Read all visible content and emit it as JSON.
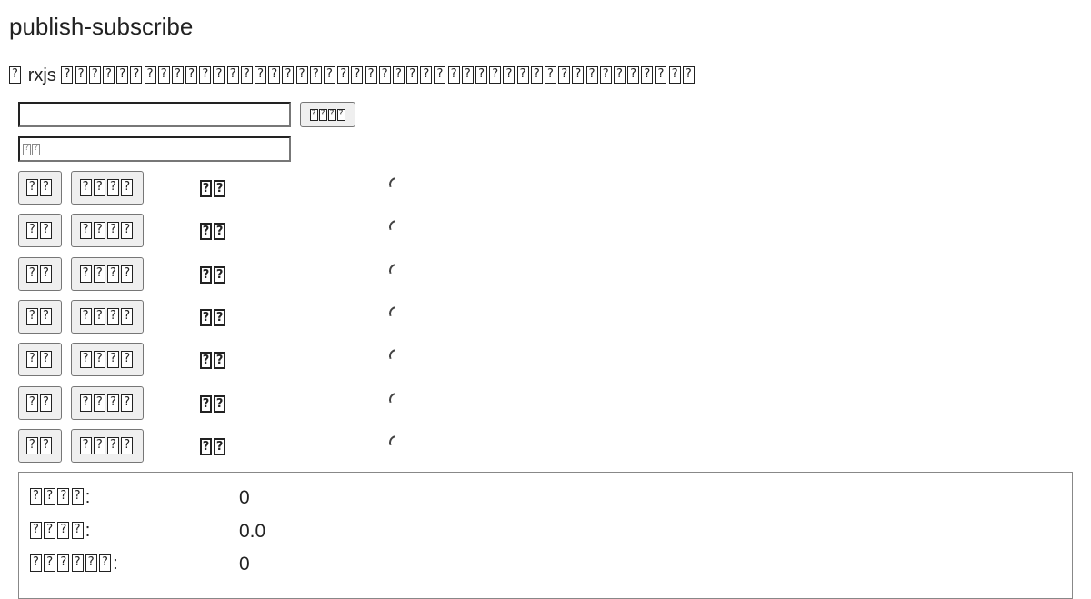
{
  "page": {
    "title": "publish-subscribe",
    "description": {
      "prefix_glyph": "□",
      "keyword": "rxjs",
      "text": "□□□□□□□□□□□□□□□□□□□□□□□□□□□□□□□□□□□□□□□□□□□□□□"
    }
  },
  "publish": {
    "message_input_value": "",
    "name_input_placeholder": "□□",
    "publish_button_label": "□□□□"
  },
  "subscribers": [
    {
      "subscribe_label": "□□",
      "unsubscribe_label": "□□□□",
      "status": "□□",
      "loading": true
    },
    {
      "subscribe_label": "□□",
      "unsubscribe_label": "□□□□",
      "status": "□□",
      "loading": true
    },
    {
      "subscribe_label": "□□",
      "unsubscribe_label": "□□□□",
      "status": "□□",
      "loading": true
    },
    {
      "subscribe_label": "□□",
      "unsubscribe_label": "□□□□",
      "status": "□□",
      "loading": true
    },
    {
      "subscribe_label": "□□",
      "unsubscribe_label": "□□□□",
      "status": "□□",
      "loading": true
    },
    {
      "subscribe_label": "□□",
      "unsubscribe_label": "□□□□",
      "status": "□□",
      "loading": true
    },
    {
      "subscribe_label": "□□",
      "unsubscribe_label": "□□□□",
      "status": "□□",
      "loading": true
    }
  ],
  "stats": [
    {
      "label": "□□□□",
      "value": "0"
    },
    {
      "label": "□□□□",
      "value": "0.0"
    },
    {
      "label": "□□□□□□",
      "value": "0"
    }
  ],
  "colors": {
    "text": "#222222",
    "button_bg": "#efefef",
    "button_border": "#767676",
    "panel_border": "#888888"
  }
}
